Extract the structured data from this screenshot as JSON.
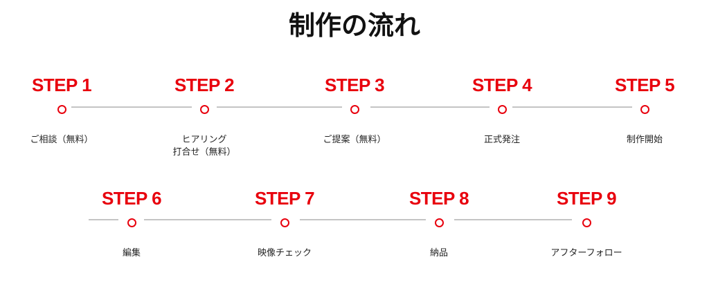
{
  "title": "制作の流れ",
  "colors": {
    "accent": "#e8000d",
    "line": "#c4c4c4"
  },
  "steps": [
    {
      "label": "STEP 1",
      "desc": "ご相談（無料）"
    },
    {
      "label": "STEP 2",
      "desc": "ヒアリング\n打合せ（無料）"
    },
    {
      "label": "STEP 3",
      "desc": "ご提案（無料）"
    },
    {
      "label": "STEP 4",
      "desc": "正式発注"
    },
    {
      "label": "STEP 5",
      "desc": "制作開始"
    },
    {
      "label": "STEP 6",
      "desc": "編集"
    },
    {
      "label": "STEP 7",
      "desc": "映像チェック"
    },
    {
      "label": "STEP 8",
      "desc": "納品"
    },
    {
      "label": "STEP 9",
      "desc": "アフターフォロー"
    }
  ]
}
